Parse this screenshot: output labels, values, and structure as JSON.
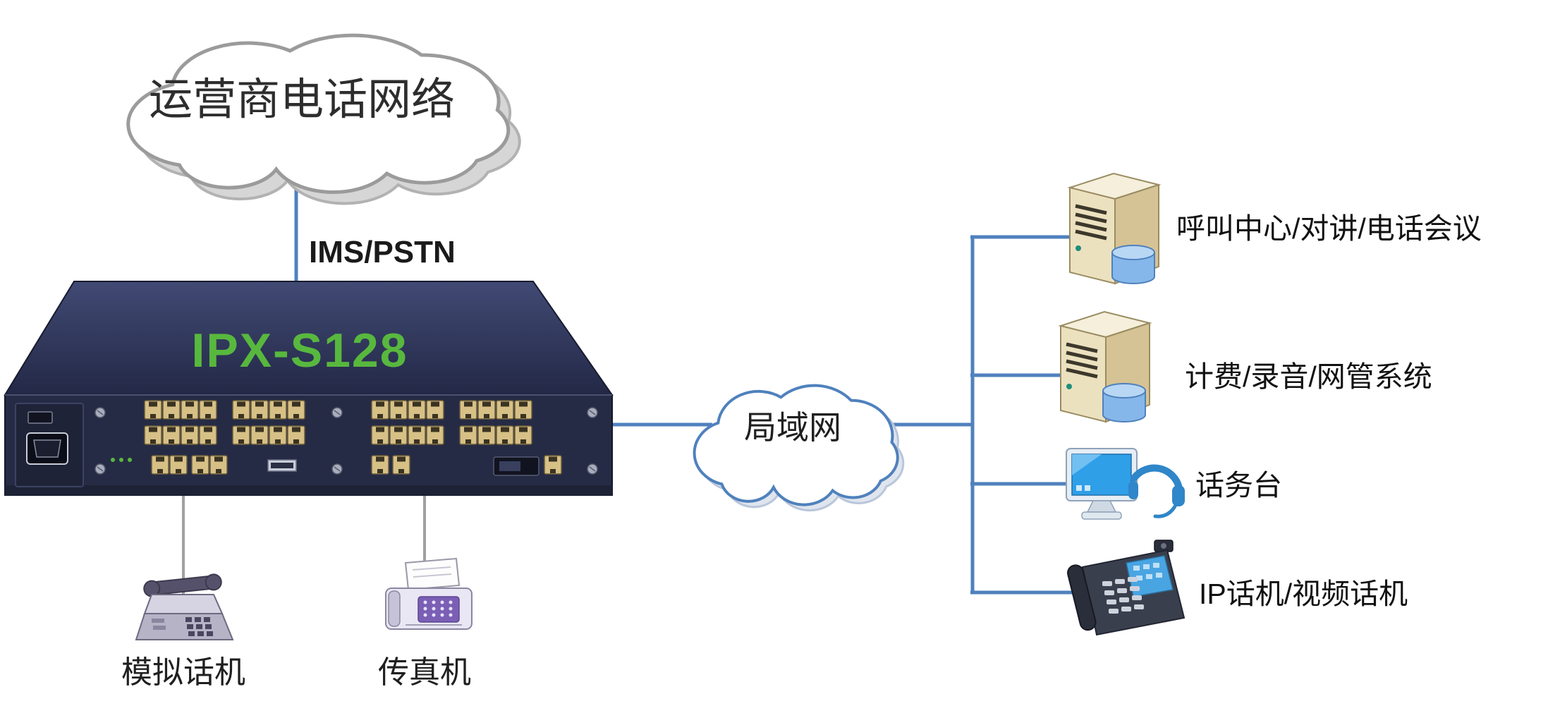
{
  "diagram": {
    "carrier_cloud": {
      "label": "运营商电话网络"
    },
    "lan_cloud": {
      "label": "局域网"
    },
    "trunk_label": "IMS/PSTN",
    "device": {
      "model": "IPX-S128"
    },
    "device_endpoints": [
      {
        "label": "模拟话机",
        "icon": "analog-phone-icon"
      },
      {
        "label": "传真机",
        "icon": "fax-machine-icon"
      }
    ],
    "lan_endpoints": [
      {
        "label": "呼叫中心/对讲/电话会议",
        "icon": "server-icon"
      },
      {
        "label": "计费/录音/网管系统",
        "icon": "server-icon"
      },
      {
        "label": "话务台",
        "icon": "operator-console-icon"
      },
      {
        "label": "IP话机/视频话机",
        "icon": "ip-phone-icon"
      }
    ],
    "icons": {
      "carrier_cloud": "cloud-shape",
      "lan_cloud": "cloud-shape",
      "server": "server-tower-with-database",
      "operator_console": "monitor-with-headset",
      "ip_phone": "desk-ip-phone",
      "analog_phone": "analog-desk-phone",
      "fax": "fax-machine",
      "pbx": "rack-pbx-device"
    },
    "colors": {
      "link_blue": "#4f81bd",
      "device_green": "#58b83e",
      "device_body": "#262b45",
      "port_tan": "#d6c086",
      "cloud_gray_outline": "#9b9b9b",
      "phone_line_gray": "#a0a0a0"
    }
  }
}
